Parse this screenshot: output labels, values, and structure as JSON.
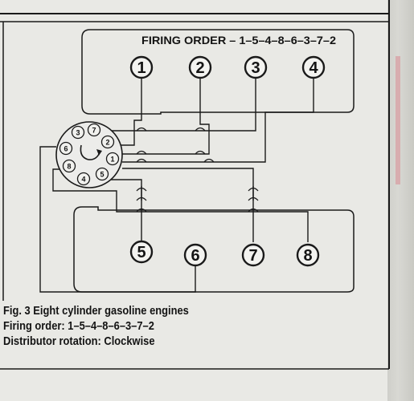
{
  "diagram": {
    "firing_order_label": "FIRING ORDER – 1–5–4–8–6–3–7–2",
    "front_cylinders": [
      "1",
      "2",
      "3",
      "4"
    ],
    "rear_cylinders": [
      "5",
      "6",
      "7",
      "8"
    ],
    "distributor_terminals": [
      "3",
      "7",
      "2",
      "1",
      "5",
      "4",
      "8",
      "6"
    ]
  },
  "caption": {
    "line1": "Fig. 3 Eight cylinder gasoline engines",
    "line2": "Firing order: 1–5–4–8–6–3–7–2",
    "line3": "Distributor rotation: Clockwise"
  }
}
